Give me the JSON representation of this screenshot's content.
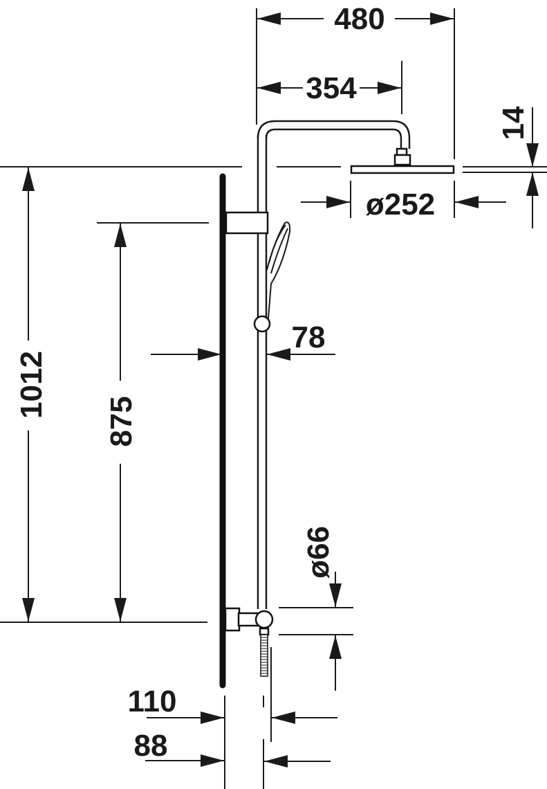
{
  "drawing": {
    "title": "Shower system dimension drawing",
    "units": "mm",
    "line_color": "#1a1a1a",
    "background": "#ffffff"
  },
  "dimensions": {
    "overall_arm_reach": "480",
    "arm_to_head_center": "354",
    "head_thickness": "14",
    "head_diameter": "ø252",
    "rail_distance_from_wall": "78",
    "total_height": "1012",
    "bracket_spacing": "875",
    "outlet_diameter": "ø66",
    "outlet_projection_outer": "110",
    "outlet_projection_inner": "88"
  },
  "components": [
    {
      "name": "wall",
      "label": ""
    },
    {
      "name": "riser-rail",
      "label": ""
    },
    {
      "name": "shower-arm",
      "label": ""
    },
    {
      "name": "overhead-shower-head",
      "label": ""
    },
    {
      "name": "hand-shower",
      "label": ""
    },
    {
      "name": "upper-wall-bracket",
      "label": ""
    },
    {
      "name": "lower-wall-bracket",
      "label": ""
    },
    {
      "name": "hose",
      "label": ""
    }
  ]
}
